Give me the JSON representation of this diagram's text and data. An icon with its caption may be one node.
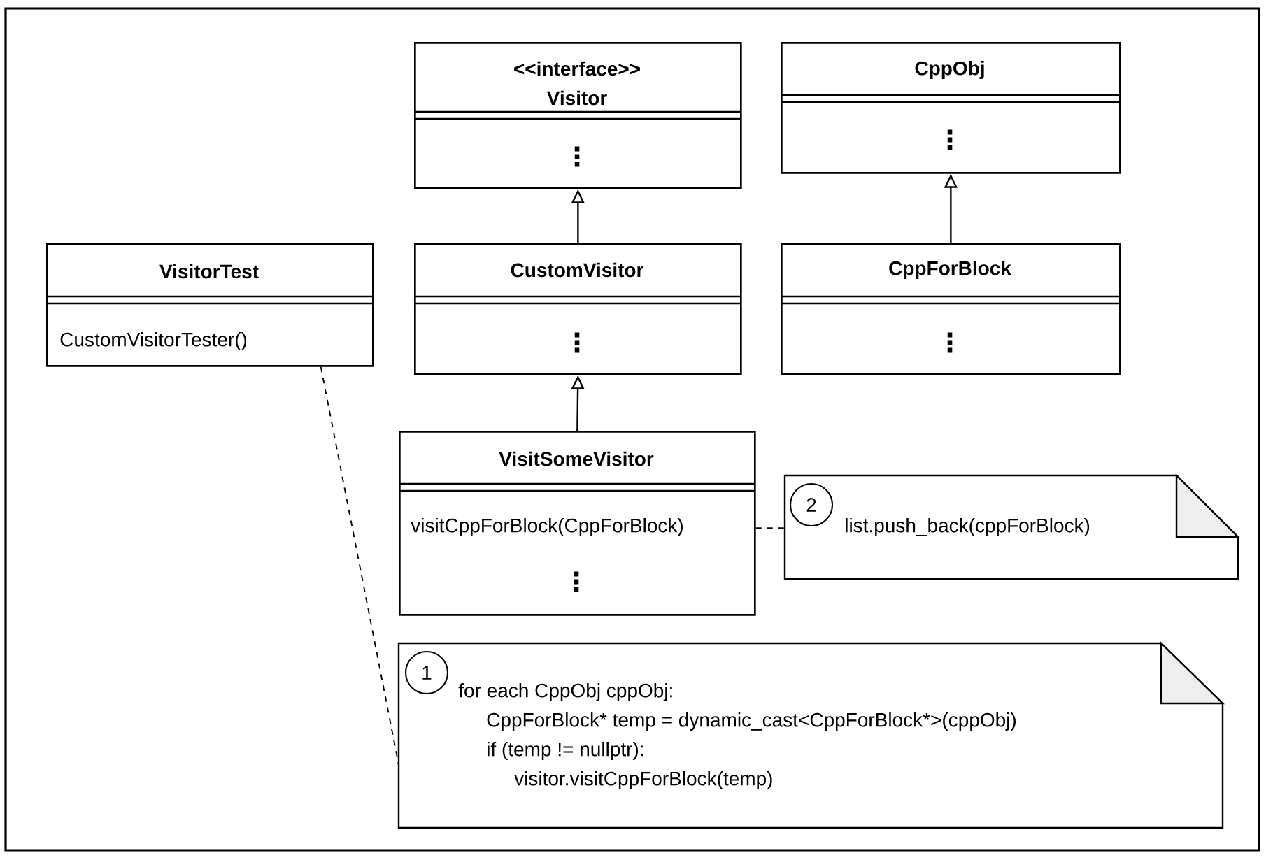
{
  "diagram": {
    "nodes": [
      {
        "text": [
          "<<interface>>",
          "Visitor",
          "⋮"
        ]
      },
      {
        "text": [
          "CppObj",
          "⋮"
        ]
      },
      {
        "text": [
          "VisitorTest",
          "CustomVisitorTester()"
        ]
      },
      {
        "text": [
          "CustomVisitor",
          "⋮"
        ]
      },
      {
        "text": [
          "CppForBlock",
          "⋮"
        ]
      },
      {
        "text": [
          "VisitSomeVisitor",
          "visitCppForBlock(CppForBlock)",
          "⋮"
        ]
      },
      {
        "text": [
          "list.push_back(cppForBlock)"
        ]
      },
      {
        "text": [
          "2"
        ],
        "in": 6
      },
      {
        "text": [
          "for each CppObj cppObj:",
          "CppForBlock* temp = dynamic_cast<CppForBlock*>(cppObj)",
          "if (temp != nullptr):",
          "visitor.visitCppForBlock(temp)"
        ]
      },
      {
        "text": [
          "1"
        ],
        "in": 8
      }
    ],
    "edges": [
      {
        "from": 3,
        "to": 0,
        "arrow": "to"
      },
      {
        "from": 4,
        "to": 1,
        "arrow": "to"
      },
      {
        "from": 5,
        "to": 3,
        "arrow": "to"
      },
      {
        "from": 5,
        "to": 6,
        "arrow": "none",
        "style": "dashed"
      },
      {
        "from": 2,
        "to": 8,
        "arrow": "none",
        "style": "dashed"
      }
    ]
  }
}
